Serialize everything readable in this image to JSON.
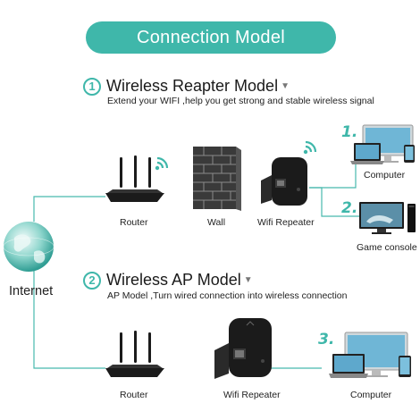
{
  "banner": {
    "title": "Connection Model"
  },
  "section1": {
    "number": "1",
    "title": "Wireless Reapter Model",
    "subtitle": "Extend your WIFI ,help you get strong and stable wireless signal",
    "labels": {
      "router": "Router",
      "wall": "Wall",
      "repeater": "Wifi Repeater",
      "computer": "Computer",
      "game_console": "Game console"
    },
    "steps": [
      "1.",
      "2."
    ]
  },
  "section2": {
    "number": "2",
    "title": "Wireless AP Model",
    "subtitle": "AP Model ,Turn wired connection into wireless connection",
    "labels": {
      "router": "Router",
      "repeater": "Wifi Repeater",
      "computer": "Computer"
    },
    "steps": [
      "3."
    ]
  },
  "internet": {
    "label": "Internet"
  },
  "colors": {
    "accent": "#3fb7aa",
    "line": "#48b9ad",
    "device": "#1b1b1b"
  }
}
